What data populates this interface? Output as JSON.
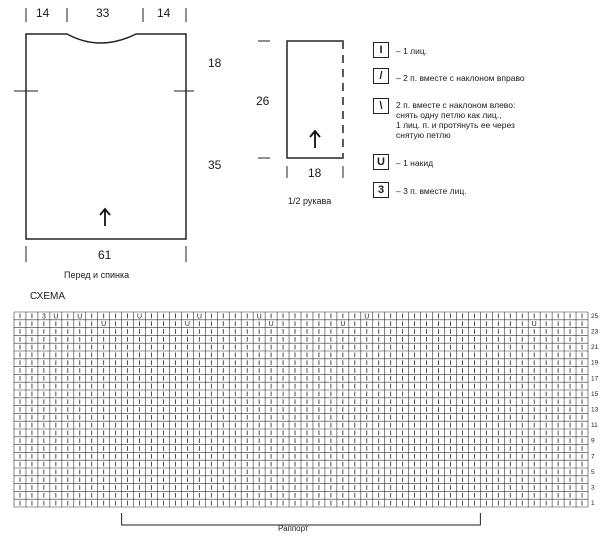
{
  "body_schematic": {
    "top_widths": [
      "14",
      "33",
      "14"
    ],
    "right_heights": [
      "18",
      "35"
    ],
    "bottom_width": "61",
    "caption": "Перед и спинка"
  },
  "sleeve_schematic": {
    "height": "26",
    "bottom_width": "18",
    "caption": "1/2 рукава"
  },
  "legend": [
    {
      "symbol": "I",
      "text": "1 лиц."
    },
    {
      "symbol": "/",
      "text": "2 п. вместе с наклоном вправо"
    },
    {
      "symbol": "\\",
      "text": "2 п. вместе с наклоном влево:\nснять одну петлю как лиц.,\n1 лиц. п. и протянуть ее через\nснятую петлю"
    },
    {
      "symbol": "U",
      "text": "1 накид"
    },
    {
      "symbol": "3",
      "text": "3 п. вместе лиц."
    }
  ],
  "chart": {
    "title": "СХЕМА",
    "row_numbers": [
      "25",
      "23",
      "21",
      "19",
      "17",
      "15",
      "13",
      "11",
      "9",
      "7",
      "5",
      "3",
      "1"
    ],
    "repeat_label": "Раппорт",
    "columns": 48,
    "rows": [
      "II3UIUIIIIUIIIIUIIIIUIIIIIIIIUIIIIIIIIIIIIIIIIII",
      "IIIIIIIUIIIIIIUIIIIIIUIIIIIUIIIIIIIIIIIIIIIUIIII",
      "IIIIIIIIIIIIIIIIIIIIIIIIIIIIIIIIIIIIIIIIIIIIIIII",
      "IIIIIIIIIIIIIIIIIIIIIIIIIIIIIIIIIIIIIIIIIIIIIIII",
      "IIIIIIIIIIIIIIIIIIIIIIIIIIIIIIIIIIIIIIIIIIIIIIII",
      "IIIIIIIIIIIIIIIIIIIIIIIIIIIIIIIIIIIIIIIIIIIIIIII",
      "IIIIIIIIIIIIIIIIIIIIIIIIIIIIIIIIIIIIIIIIIIIIIIII",
      "IIIIIIIIIIIIIIIIIIIIIIIIIIIIIIIIIIIIIIIIIIIIIIII",
      "IIIIIIIIIIIIIIIIIIIIIIIIIIIIIIIIIIIIIIIIIIIIIIII",
      "IIIIIIIIIIIIIIIIIIIIIIIIIIIIIIIIIIIIIIIIIIIIIIII",
      "IIIIIIIIIIIIIIIIIIIIIIIIIIIIIIIIIIIIIIIIIIIIIIII",
      "IIIIIIIIIIIIIIIIIIIIIIIIIIIIIIIIIIIIIIIIIIIIIIII",
      "IIIIIIIIIIIIIIIIIIIIIIIIIIIIIIIIIIIIIIIIIIIIIIII",
      "IIIIIIIIIIIIIIIIIIIIIIIIIIIIIIIIIIIIIIIIIIIIIIII",
      "IIIIIIIIIIIIIIIIIIIIIIIIIIIIIIIIIIIIIIIIIIIIIIII",
      "IIIIIIIIIIIIIIIIIIIIIIIIIIIIIIIIIIIIIIIIIIIIIIII",
      "IIIIIIIIIIIIIIIIIIIIIIIIIIIIIIIIIIIIIIIIIIIIIIII",
      "IIIIIIIIIIIIIIIIIIIIIIIIIIIIIIIIIIIIIIIIIIIIIIII",
      "IIIIIIIIIIIIIIIIIIIIIIIIIIIIIIIIIIIIIIIIIIIIIIII",
      "IIIIIIIIIIIIIIIIIIIIIIIIIIIIIIIIIIIIIIIIIIIIIIII",
      "IIIIIIIIIIIIIIIIIIIIIIIIIIIIIIIIIIIIIIIIIIIIIIII",
      "IIIIIIIIIIIIIIIIIIIIIIIIIIIIIIIIIIIIIIIIIIIIIIII",
      "IIIIIIIIIIIIIIIIIIIIIIIIIIIIIIIIIIIIIIIIIIIIIIII",
      "IIIIIIIIIIIIIIIIIIIIIIIIIIIIIIIIIIIIIIIIIIIIIIII",
      "IIIIIIIIIIIIIIIIIIIIIIIIIIIIIIIIIIIIIIIIIIIIIIII"
    ]
  }
}
